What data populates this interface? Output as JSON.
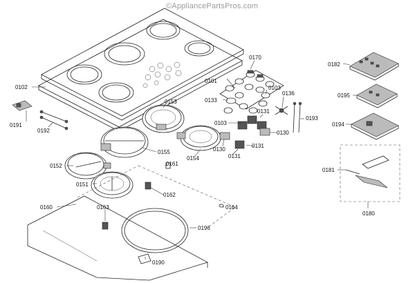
{
  "watermark": "©AppliancePartsPros.com",
  "parts": {
    "p0102": "0102",
    "p0101": "0101",
    "p0170": "0170",
    "p0133": "0133",
    "p0103a": "0103",
    "p0103b": "0103",
    "p0136": "0136",
    "p0131a": "0131",
    "p0131b": "0131",
    "p0131c": "0131",
    "p0130a": "0130",
    "p0130b": "0130",
    "p0193": "0193",
    "p0191": "0191",
    "p0192": "0192",
    "p0153": "0153",
    "p0155": "0155",
    "p0154": "0154",
    "p0152": "0152",
    "p0161": "0161",
    "p0151": "0151",
    "p0162": "0162",
    "p0160": "0160",
    "p0163": "0163",
    "p0164": "0164",
    "p0196": "0196",
    "p0190": "0190",
    "p0182": "0182",
    "p0195": "0195",
    "p0194": "0194",
    "p0181": "0181",
    "p0180": "0180"
  }
}
